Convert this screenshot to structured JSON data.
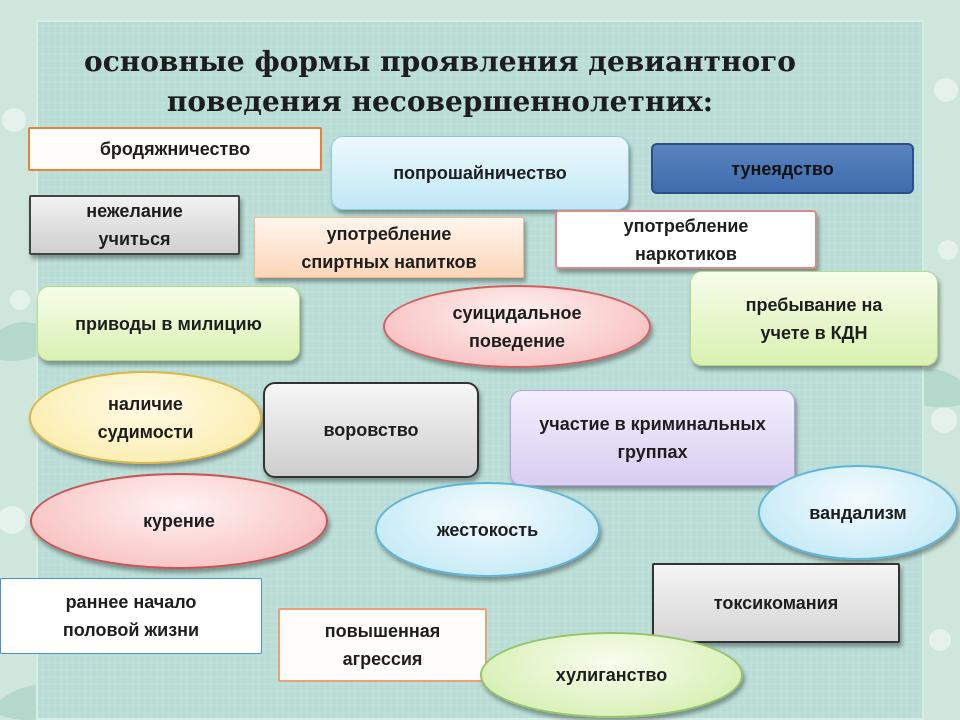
{
  "title_lines": [
    "основные формы проявления девиантного",
    "поведения несовершеннолетних:"
  ],
  "items": {
    "brodyazhnichestvo": "бродяжничество",
    "poproshaynichestvo": "попрошайничество",
    "tuneyadstvo": "тунеядство",
    "nezhelanie": "нежелание учиться",
    "spirtnye": "употребление спиртных напитков",
    "narkotiki": "употребление наркотиков",
    "privody": "приводы в милицию",
    "suitsid": "суицидальное поведение",
    "kdn": "пребывание на учете в КДН",
    "sudimost": "наличие судимости",
    "vorovstvo": "воровство",
    "gruppy": "участие в криминальных группах",
    "kurenie": "курение",
    "zhestokost": "жестокость",
    "vandalizm": "вандализм",
    "polovaya": "раннее начало половой жизни",
    "toksikomaniya": "токсикомания",
    "agressiya": "повышенная агрессия",
    "khuliganstvo": "хулиганство"
  }
}
